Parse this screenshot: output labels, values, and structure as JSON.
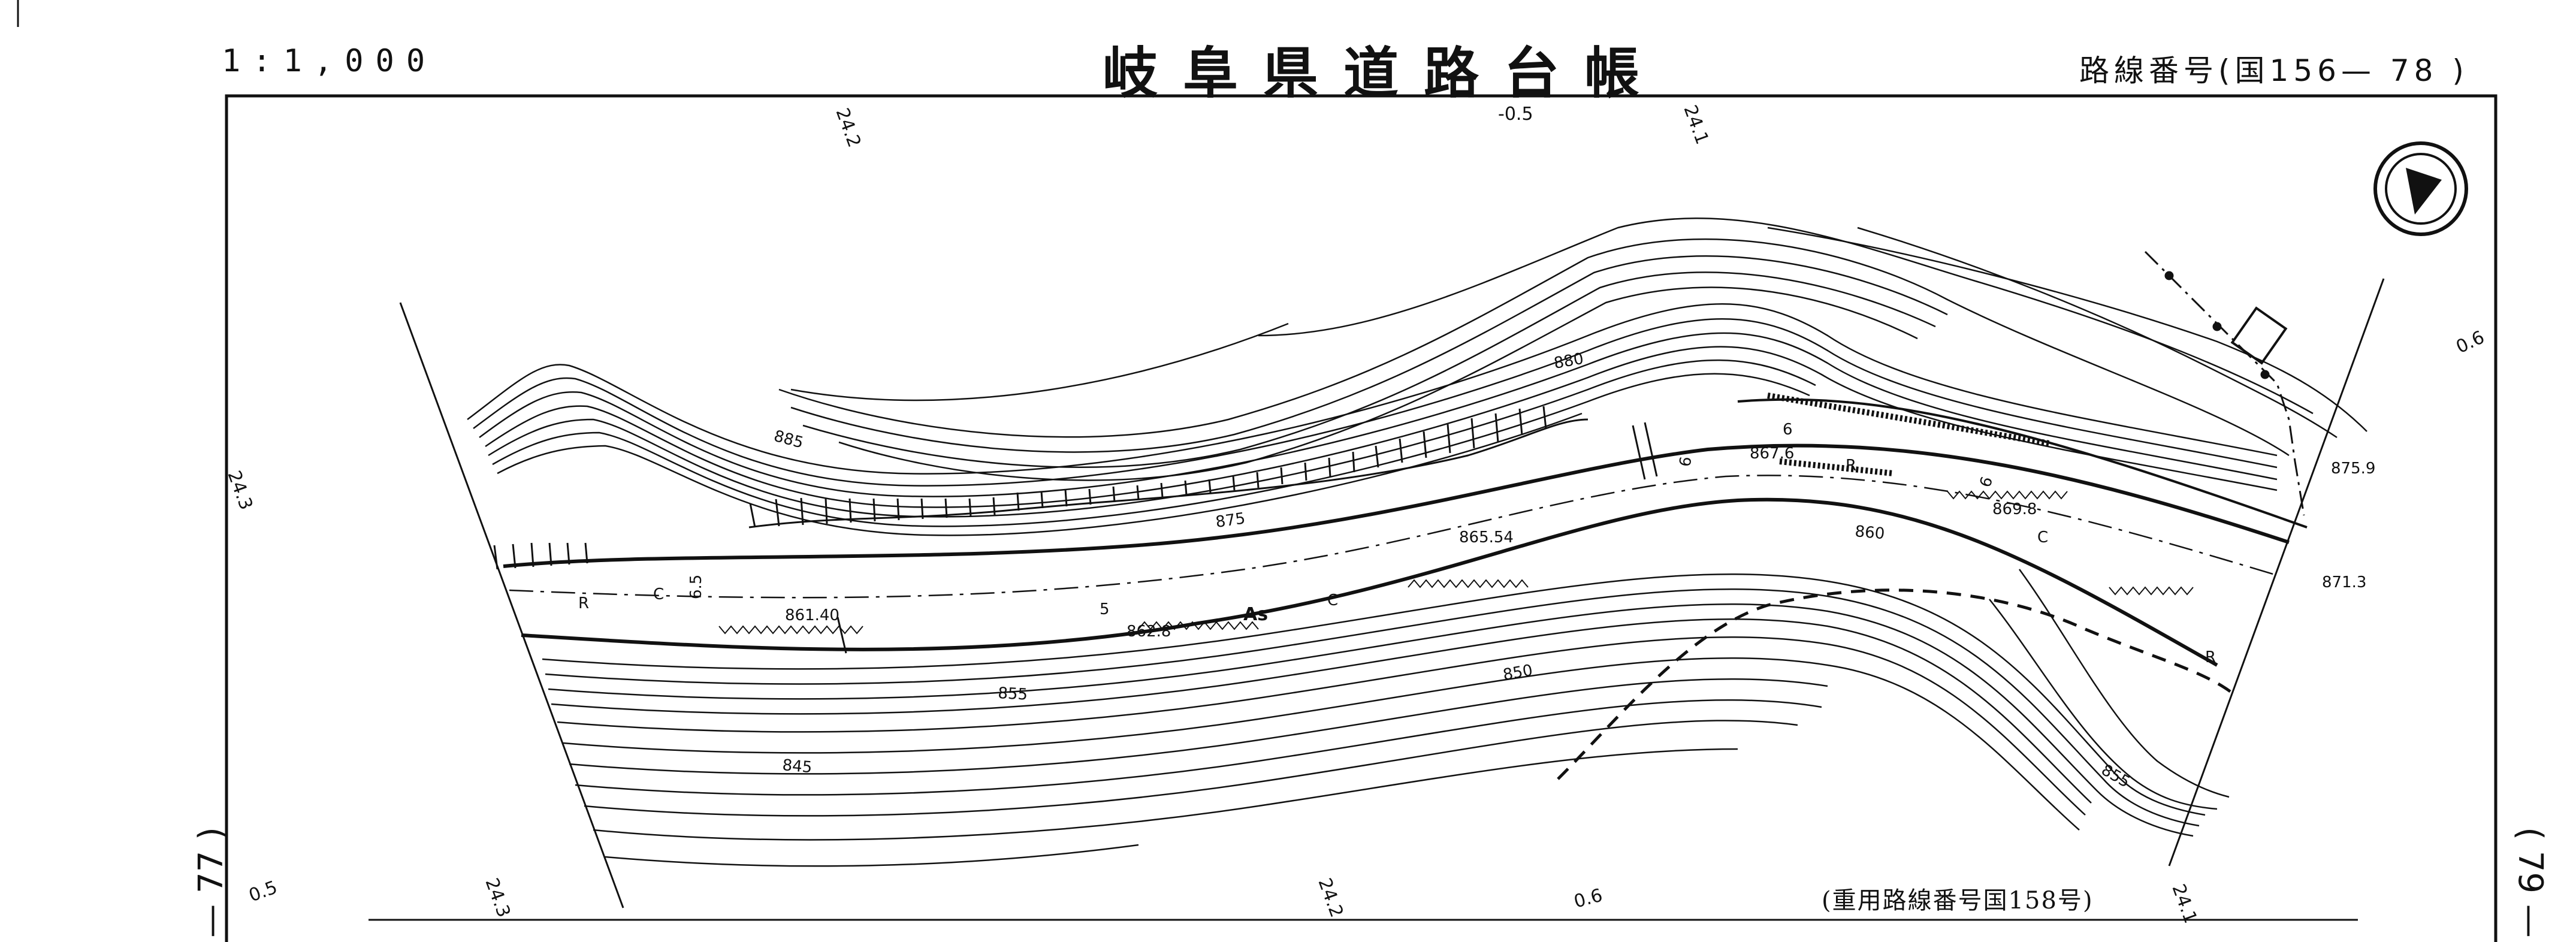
{
  "header": {
    "scale": "1:1,000",
    "title": "岐阜県道路台帳",
    "route_number": "路線番号(国156— 78 )"
  },
  "footer": {
    "shared_route": "(重用路線番号国158号)"
  },
  "page_numbers": {
    "left": "— 77 )",
    "right": "( 79 —"
  },
  "stations": {
    "top_24_2": "24.2",
    "top_0_5": "-0.5",
    "top_24_1": "24.1",
    "left_24_3": "24.3",
    "right_0_6": "0.6",
    "bottom_0_5": "0.5",
    "bottom_24_3": "24.3",
    "bottom_24_2": "24.2",
    "bottom_0_6": "0.6",
    "bottom_24_1": "24.1"
  },
  "contours": {
    "c885": "885",
    "c880": "880",
    "c875": "875",
    "c860": "860",
    "c855a": "855",
    "c855b": "855",
    "c850": "850",
    "c845": "845"
  },
  "elevations": {
    "e861_40": "861.40",
    "e862_8": "862.8",
    "e865_5": "865.54",
    "e867_6": "867.6",
    "e869_8": "869.8",
    "e871_3": "871.3",
    "e875_9": "875.9"
  },
  "road_marks": {
    "as": "As",
    "r1": "R",
    "r2": "R",
    "r3": "R",
    "c1": "C",
    "c2": "C",
    "c3": "C",
    "w6_5": "6.5",
    "w5": "5",
    "w6a": "6",
    "w6b": "6",
    "w6c": "6"
  },
  "icons": [
    "north-arrow-icon",
    "building-icon"
  ],
  "colors": {
    "ink": "#111111",
    "paper": "#ffffff"
  }
}
